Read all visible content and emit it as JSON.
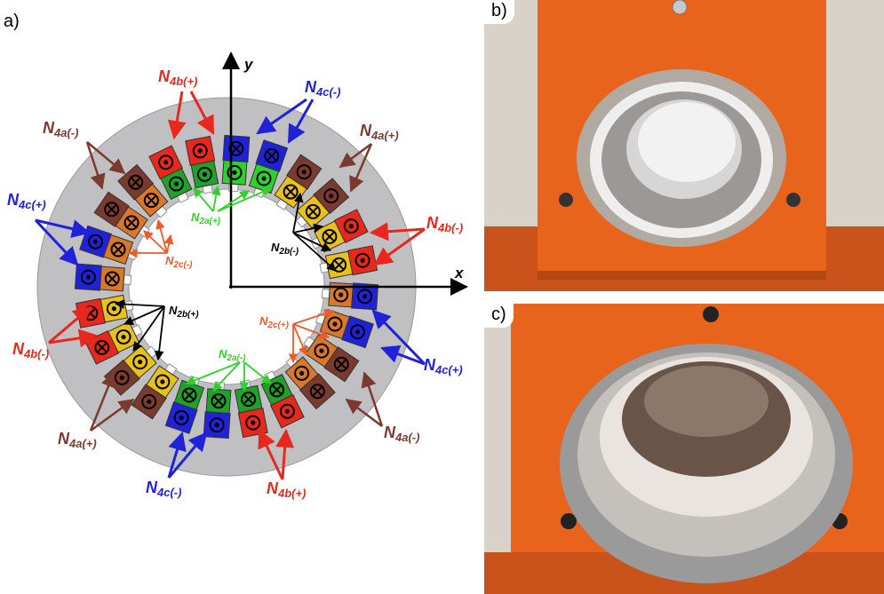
{
  "panels": {
    "a": "a)",
    "b": "b)",
    "c": "c)"
  },
  "axes": {
    "x": "x",
    "y": "y"
  },
  "colors": {
    "phase_a": "#7b3a2e",
    "phase_b": "#e8271d",
    "phase_c": "#1f22d8",
    "n2a": "#2fd12b",
    "n2b": "#000000",
    "n2c": "#ee5a2a",
    "yoke": "#c0c0c3",
    "slot_green": "#20a22a",
    "slot_yellow": "#e8c218",
    "slot_orange": "#d9782a"
  },
  "labels": {
    "n4b_plus_top": {
      "base": "N",
      "sub": "4b(+)"
    },
    "n4c_minus_top": {
      "base": "N",
      "sub": "4c(-)"
    },
    "n4a_minus_left": {
      "base": "N",
      "sub": "4a(-)"
    },
    "n4a_plus_right": {
      "base": "N",
      "sub": "4a(+)"
    },
    "n4c_plus_left": {
      "base": "N",
      "sub": "4c(+)"
    },
    "n4b_minus_right": {
      "base": "N",
      "sub": "4b(-)"
    },
    "n4b_minus_left": {
      "base": "N",
      "sub": "4b(-)"
    },
    "n4c_plus_right": {
      "base": "N",
      "sub": "4c(+)"
    },
    "n4a_plus_bottom": {
      "base": "N",
      "sub": "4a(+)"
    },
    "n4a_minus_bottom": {
      "base": "N",
      "sub": "4a(-)"
    },
    "n4c_minus_bottom": {
      "base": "N",
      "sub": "4c(-)"
    },
    "n4b_plus_bottom": {
      "base": "N",
      "sub": "4b(+)"
    },
    "n2a_plus": {
      "base": "N",
      "sub": "2a(+)"
    },
    "n2a_minus": {
      "base": "N",
      "sub": "2a(-)"
    },
    "n2b_minus": {
      "base": "N",
      "sub": "2b(-)"
    },
    "n2b_plus": {
      "base": "N",
      "sub": "2b(+)"
    },
    "n2c_minus": {
      "base": "N",
      "sub": "2c(-)"
    },
    "n2c_plus": {
      "base": "N",
      "sub": "2c(+)"
    }
  },
  "slots": [
    {
      "outer": "#1f22d8",
      "outer_sym": "cross",
      "inner": "#2fd12b",
      "inner_sym": "dot"
    },
    {
      "outer": "#1f22d8",
      "outer_sym": "cross",
      "inner": "#2fd12b",
      "inner_sym": "dot"
    },
    {
      "outer": "#7b3a2e",
      "outer_sym": "dot",
      "inner": "#e8c218",
      "inner_sym": "cross"
    },
    {
      "outer": "#7b3a2e",
      "outer_sym": "dot",
      "inner": "#e8c218",
      "inner_sym": "cross"
    },
    {
      "outer": "#e8271d",
      "outer_sym": "dot",
      "inner": "#e8c218",
      "inner_sym": "cross"
    },
    {
      "outer": "#e8271d",
      "outer_sym": "dot",
      "inner": "#e8c218",
      "inner_sym": "cross"
    },
    {
      "outer": "#1f22d8",
      "outer_sym": "dot",
      "inner": "#d9782a",
      "inner_sym": "dot"
    },
    {
      "outer": "#1f22d8",
      "outer_sym": "dot",
      "inner": "#d9782a",
      "inner_sym": "dot"
    },
    {
      "outer": "#7b3a2e",
      "outer_sym": "cross",
      "inner": "#d9782a",
      "inner_sym": "dot"
    },
    {
      "outer": "#7b3a2e",
      "outer_sym": "cross",
      "inner": "#d9782a",
      "inner_sym": "dot"
    },
    {
      "outer": "#e8271d",
      "outer_sym": "dot",
      "inner": "#20a22a",
      "inner_sym": "cross"
    },
    {
      "outer": "#e8271d",
      "outer_sym": "dot",
      "inner": "#20a22a",
      "inner_sym": "cross"
    },
    {
      "outer": "#1f22d8",
      "outer_sym": "dot",
      "inner": "#20a22a",
      "inner_sym": "cross"
    },
    {
      "outer": "#1f22d8",
      "outer_sym": "dot",
      "inner": "#20a22a",
      "inner_sym": "cross"
    },
    {
      "outer": "#7b3a2e",
      "outer_sym": "dot",
      "inner": "#e8c218",
      "inner_sym": "dot"
    },
    {
      "outer": "#7b3a2e",
      "outer_sym": "dot",
      "inner": "#e8c218",
      "inner_sym": "dot"
    },
    {
      "outer": "#e8271d",
      "outer_sym": "cross",
      "inner": "#e8c218",
      "inner_sym": "dot"
    },
    {
      "outer": "#e8271d",
      "outer_sym": "cross",
      "inner": "#e8c218",
      "inner_sym": "dot"
    },
    {
      "outer": "#1f22d8",
      "outer_sym": "dot",
      "inner": "#d9782a",
      "inner_sym": "cross"
    },
    {
      "outer": "#1f22d8",
      "outer_sym": "dot",
      "inner": "#d9782a",
      "inner_sym": "cross"
    },
    {
      "outer": "#7b3a2e",
      "outer_sym": "cross",
      "inner": "#d9782a",
      "inner_sym": "cross"
    },
    {
      "outer": "#7b3a2e",
      "outer_sym": "cross",
      "inner": "#d9782a",
      "inner_sym": "cross"
    },
    {
      "outer": "#e8271d",
      "outer_sym": "dot",
      "inner": "#20a22a",
      "inner_sym": "dot"
    },
    {
      "outer": "#e8271d",
      "outer_sym": "dot",
      "inner": "#20a22a",
      "inner_sym": "dot"
    }
  ]
}
